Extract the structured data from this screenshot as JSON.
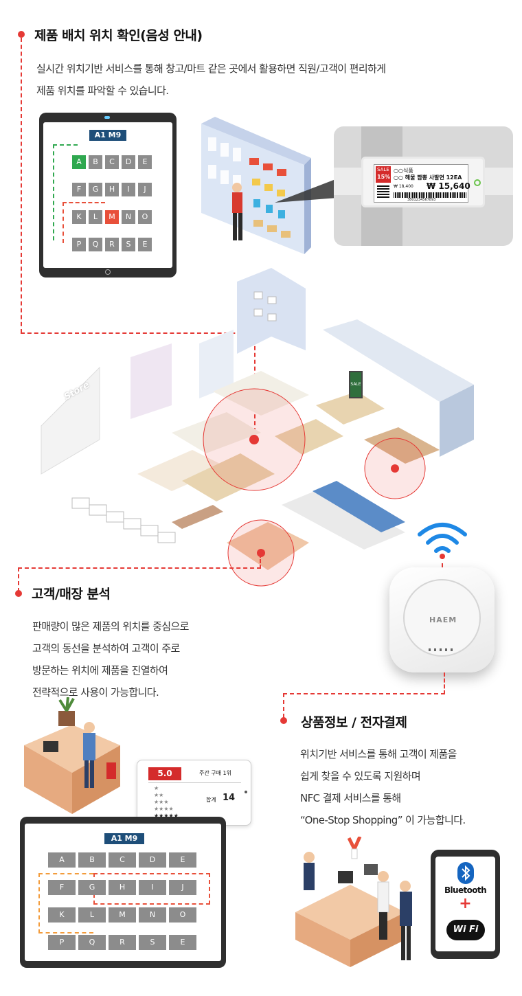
{
  "sections": {
    "location": {
      "title": "제품 배치 위치 확인(음성 안내)",
      "lines": [
        "실시간 위치기반 서비스를 통해 창고/마트 같은 곳에서 활용하면 직원/고객이 편리하게",
        "제품 위치를 파악할 수 있습니다."
      ]
    },
    "analysis": {
      "title": "고객/매장 분석",
      "lines": [
        "판매량이 많은 제품의 위치를 중심으로",
        "고객의 동선을 분석하여 고객이 주로",
        "방문하는 위치에 제품을 진열하여",
        "전략적으로 사용이 가능합니다."
      ]
    },
    "payment": {
      "title": "상품정보 / 전자결제",
      "lines": [
        "위치기반 서비스를 통해 고객이 제품을",
        "쉽게 찾을 수 있도록 지원하며",
        "NFC 결제 서비스를 통해",
        "“One-Stop Shopping” 이 가능합니다."
      ]
    }
  },
  "tablet_top": {
    "label": "A1 M9",
    "rows": [
      [
        "A",
        "B",
        "C",
        "D",
        "E"
      ],
      [
        "F",
        "G",
        "H",
        "I",
        "J"
      ],
      [
        "K",
        "L",
        "M",
        "N",
        "O"
      ],
      [
        "P",
        "Q",
        "R",
        "S",
        "E"
      ]
    ]
  },
  "tablet_bottom": {
    "label": "A1 M9",
    "rows": [
      [
        "A",
        "B",
        "C",
        "D",
        "E"
      ],
      [
        "F",
        "G",
        "H",
        "I",
        "J"
      ],
      [
        "K",
        "L",
        "M",
        "N",
        "O"
      ],
      [
        "P",
        "Q",
        "R",
        "S",
        "E"
      ]
    ]
  },
  "esl": {
    "sale": "SALE",
    "discount": "15%",
    "line1": "○○식품",
    "product": "○○ 해물 짬뽕 사발면 12EA",
    "old_price": "₩ 18,400",
    "price": "₩ 15,640",
    "barcode": "3801234567893"
  },
  "store": {
    "sign": "Store",
    "sale_sign": "SALE"
  },
  "ap": {
    "brand": "HAEM"
  },
  "rank_card": {
    "score": "5.0",
    "caption": "주간 구매 1위",
    "total_label": "합계",
    "total_value": "14"
  },
  "phone": {
    "bluetooth": "Bluetooth",
    "plus": "+",
    "wifi": "Wi Fi"
  },
  "colors": {
    "accent": "#e53935",
    "green": "#2fa84f",
    "navy": "#1e4e79",
    "wifi_blue": "#1e88e5"
  }
}
